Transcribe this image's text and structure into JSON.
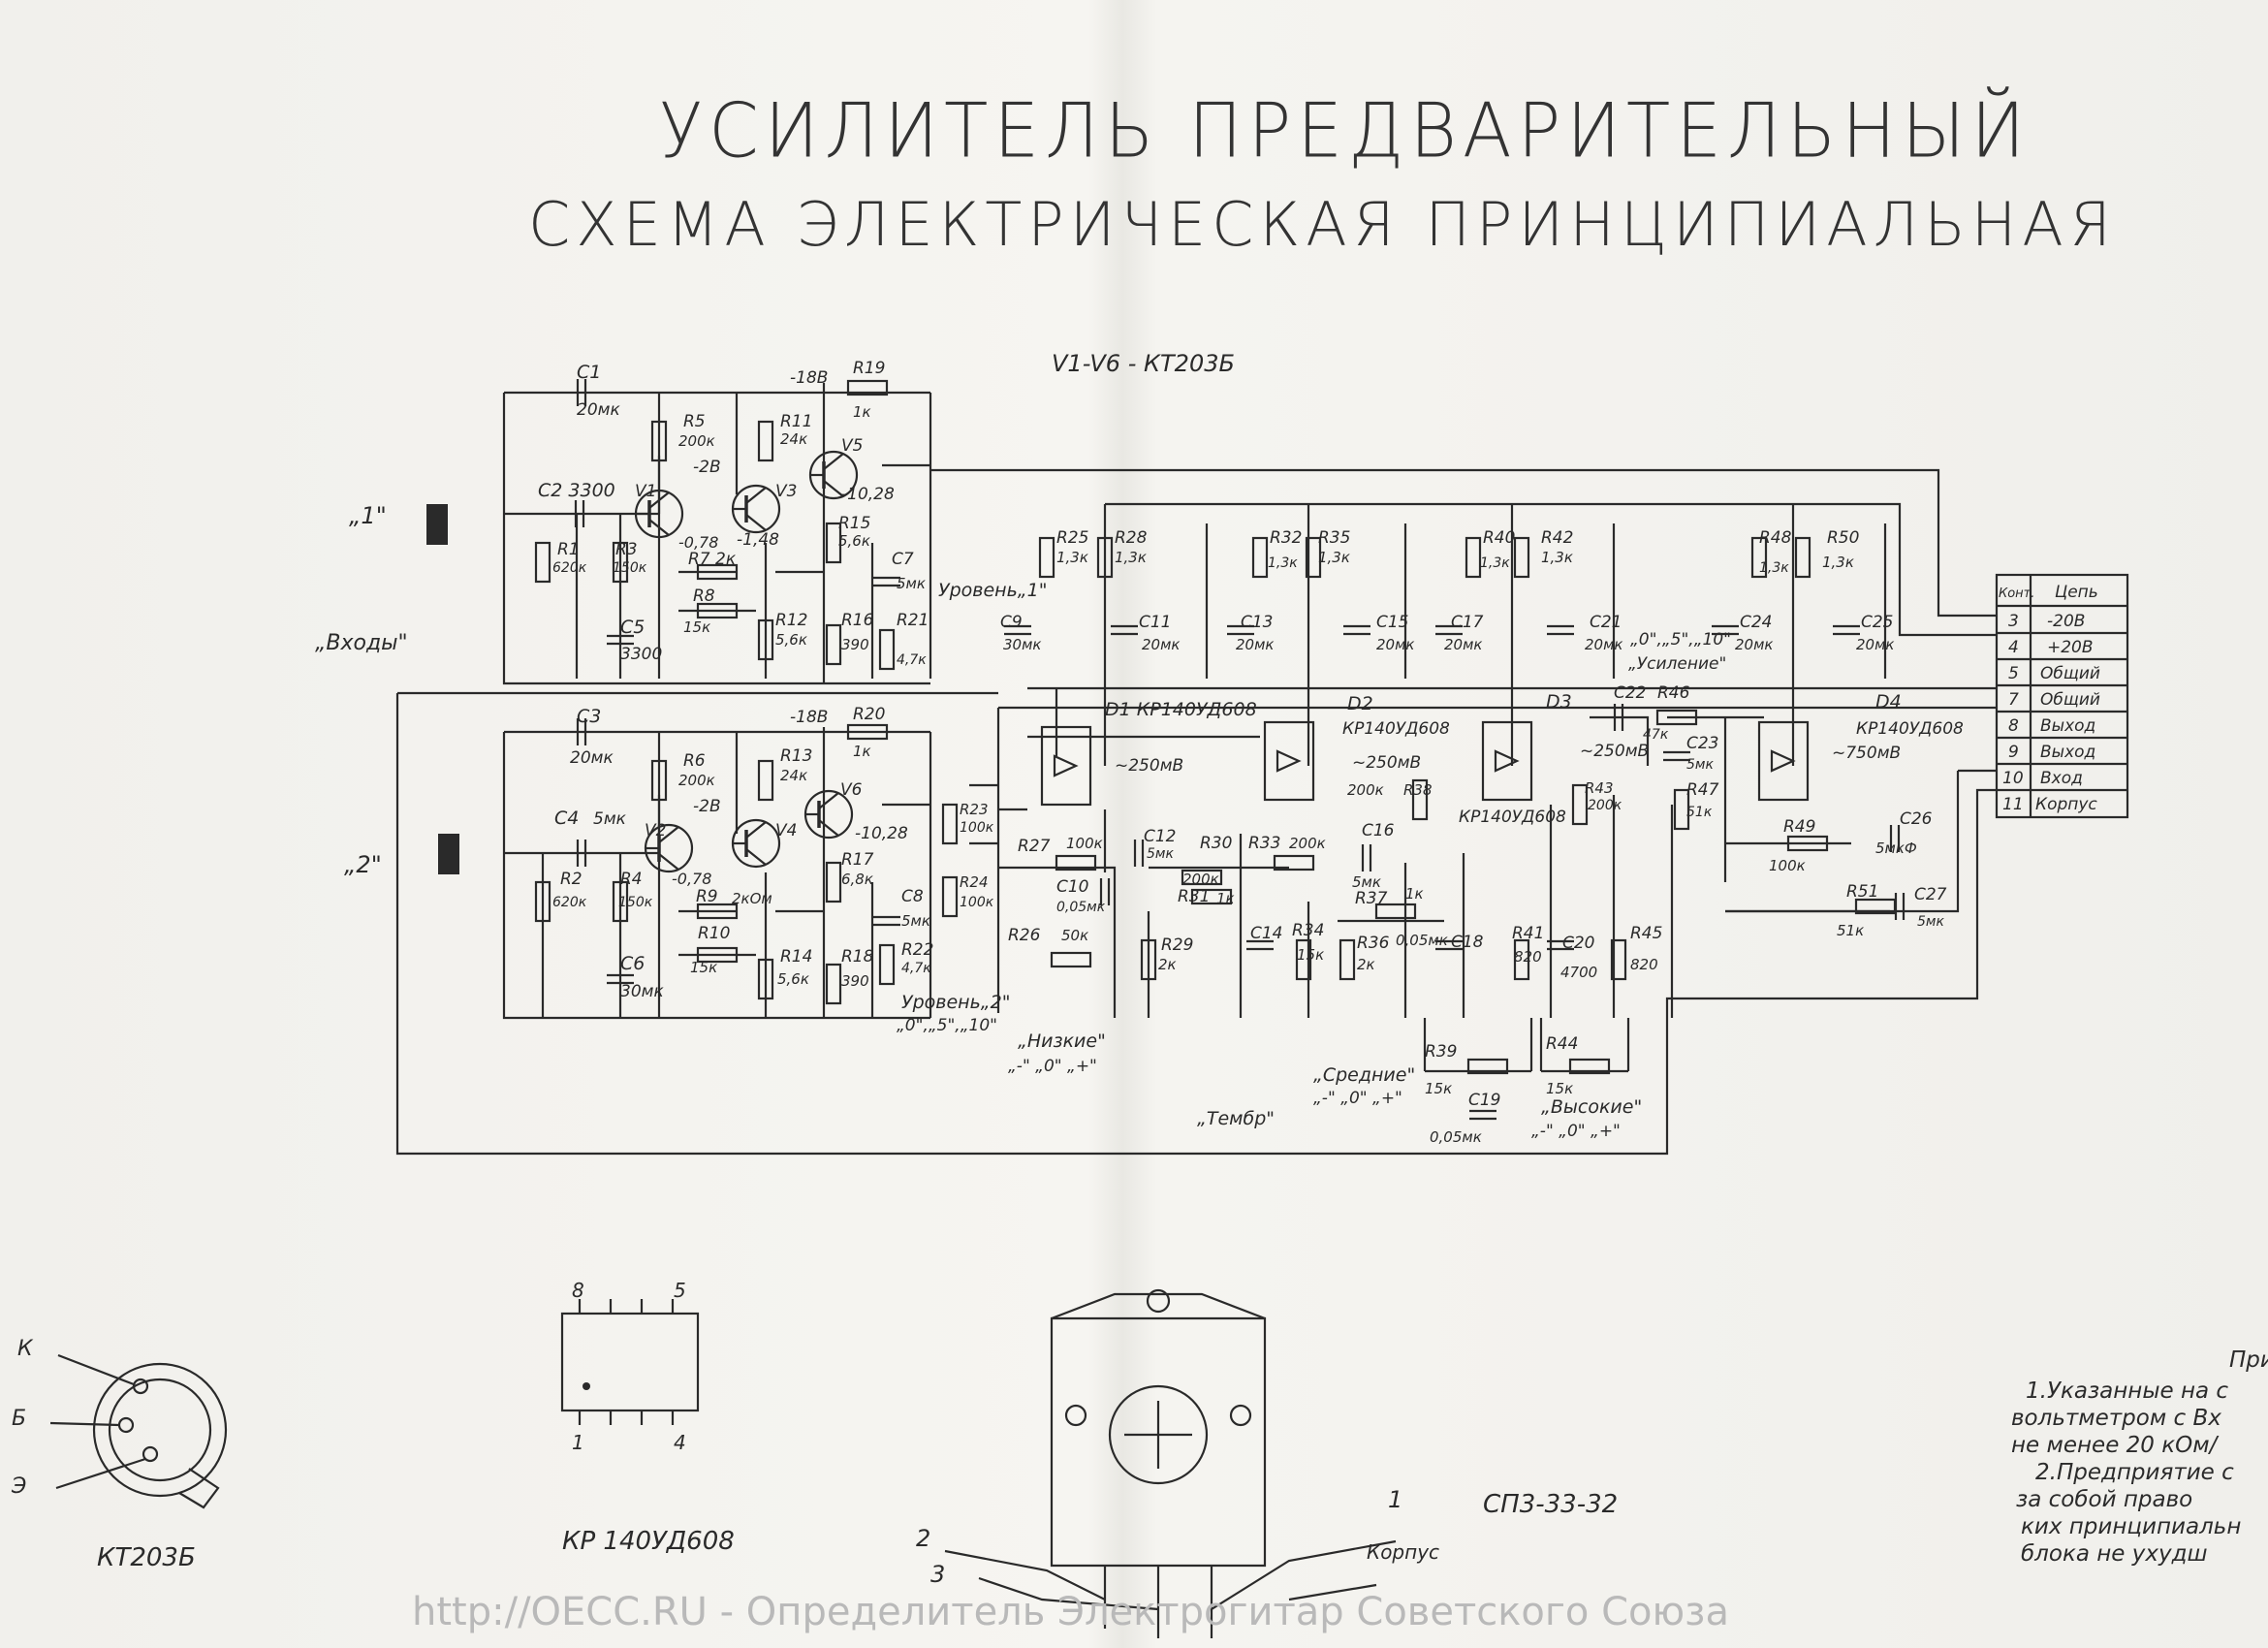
{
  "title": {
    "line1": "УСИЛИТЕЛЬ ПРЕДВАРИТЕЛЬНЫЙ",
    "line2": "СХЕМА ЭЛЕКТРИЧЕСКАЯ ПРИНЦИПИАЛЬНАЯ"
  },
  "transistor_note": "V1-V6 - КТ203Б",
  "inputs": {
    "ch1": "„1\"",
    "ch2": "„2\"",
    "label": "„Входы\""
  },
  "components": {
    "C1": "C1",
    "C1v": "20мк",
    "C2": "C2 3300",
    "C3": "C3",
    "C3v": "20мк",
    "C4": "C4",
    "C4v": "5мк",
    "C5": "C5",
    "C5v": "3300",
    "C6": "C6",
    "C6v": "30мк",
    "C7": "C7",
    "C7v": "5мк",
    "C8": "C8",
    "C8v": "5мк",
    "C9": "C9",
    "C9v": "30мк",
    "C10": "C10",
    "C10v": "0,05мк",
    "C11": "C11",
    "C11v": "20мк",
    "C12": "C12",
    "C12v": "5мк",
    "C13": "C13",
    "C13v": "20мк",
    "C14": "C14",
    "C15": "C15",
    "C15v": "20мк",
    "C16": "C16",
    "C16v": "5мк",
    "C17": "C17",
    "C17v": "20мк",
    "C18": "C18",
    "C19": "C19",
    "C19v": "0,05мк",
    "C20": "C20",
    "C20v": "4700",
    "C21": "C21",
    "C21v": "20мк",
    "C22": "C22",
    "C23": "C23",
    "C23v": "5мк",
    "C24": "C24",
    "C24v": "20мк",
    "C25": "C25",
    "C25v": "20мк",
    "C26": "C26",
    "C26v": "5мкФ",
    "C27": "C27",
    "C27v": "5мк",
    "R1": "R1",
    "R1v": "620к",
    "R2": "R2",
    "R2v": "620к",
    "R3": "R3",
    "R3v": "150к",
    "R4": "R4",
    "R4v": "150к",
    "R5": "R5",
    "R5v": "200к",
    "R6": "R6",
    "R6v": "200к",
    "R7": "R7 2к",
    "R8": "R8",
    "R8v": "15к",
    "R9": "R9",
    "R9v": "2кОм",
    "R10": "R10",
    "R10v": "15к",
    "R11": "R11",
    "R11v": "24к",
    "R12": "R12",
    "R12v": "5,6к",
    "R13": "R13",
    "R13v": "24к",
    "R14": "R14",
    "R14v": "5,6к",
    "R15": "R15",
    "R15v": "5,6к",
    "R16": "R16",
    "R16v": "390",
    "R17": "R17",
    "R17v": "6,8к",
    "R18": "R18",
    "R18v": "390",
    "R19": "R19",
    "R19v": "1к",
    "R20": "R20",
    "R20v": "1к",
    "R21": "R21",
    "R21v": "4,7к",
    "R22": "R22",
    "R22v": "4,7к",
    "R23": "R23",
    "R23v": "100к",
    "R24": "R24",
    "R24v": "100к",
    "R25": "R25",
    "R25v": "1,3к",
    "R26": "R26",
    "R26v": "50к",
    "R27": "R27",
    "R27v": "100к",
    "R28": "R28",
    "R28v": "1,3к",
    "R29": "R29",
    "R29v": "2к",
    "R30": "R30",
    "R30v": "200к",
    "R31": "R31",
    "R31v": "1к",
    "R32": "R32",
    "R32v": "1,3к",
    "R33": "R33",
    "R33v": "200к",
    "R34": "R34",
    "R34v": "15к",
    "R35": "R35",
    "R35v": "1,3к",
    "R36": "R36",
    "R36v": "2к",
    "R37": "R37",
    "R37v": "1к",
    "R38": "R38",
    "R38v": "200к",
    "R39": "R39",
    "R39v": "15к",
    "R40": "R40",
    "R40v": "1,3к",
    "R41": "R41",
    "R41v": "820",
    "R42": "R42",
    "R42v": "1,3к",
    "R43": "R43",
    "R43v": "200к",
    "R44": "R44",
    "R44v": "15к",
    "R45": "R45",
    "R45v": "820",
    "R46": "R46",
    "R46v": "47к",
    "R47": "R47",
    "R47v": "51к",
    "R48": "R48",
    "R48v": "1,3к",
    "R49": "R49",
    "R49v": "100к",
    "R50": "R50",
    "R50v": "1,3к",
    "R51": "R51",
    "R51v": "51к",
    "V1": "V1",
    "V2": "V2",
    "V3": "V3",
    "V4": "V4",
    "V5": "V5",
    "V6": "V6"
  },
  "voltages": {
    "m18a": "-18В",
    "m18b": "-18В",
    "m2a": "-2В",
    "m2b": "-2В",
    "m078a": "-0,78",
    "m078b": "-0,78",
    "m148": "-1,48",
    "m102a": "-10,28",
    "m102b": "-10,28",
    "m1028s": "-10,28",
    "v250a": "~250мВ",
    "v250b": "~250мВ",
    "v250c": "~250мВ",
    "v750": "~750мВ"
  },
  "ics": {
    "D1": "D1 КР140УД608",
    "D2": "D2",
    "D2t": "КР140УД608",
    "D3": "D3",
    "D3t": "КР140УД608",
    "D4": "D4",
    "D4t": "КР140УД608"
  },
  "controls": {
    "level1": "Уровень„1\"",
    "level2": "Уровень„2\"",
    "level2pos": "„0\",„5\",„10\"",
    "low": "„Низкие\"",
    "lowpos": "„-\" „0\" „+\"",
    "mid": "„Средние\"",
    "midpos": "„-\" „0\" „+\"",
    "high": "„Высокие\"",
    "highpos": "„-\" „0\" „+\"",
    "gain": "„Усиление\"",
    "gainpos": "„0\",„5\",„10\"",
    "timbre": "„Тембр\""
  },
  "connector": {
    "head_pin": "Конт.",
    "head_circuit": "Цепь",
    "rows": [
      {
        "pin": "3",
        "circuit": "-20В"
      },
      {
        "pin": "4",
        "circuit": "+20В"
      },
      {
        "pin": "5",
        "circuit": "Общий"
      },
      {
        "pin": "7",
        "circuit": "Общий"
      },
      {
        "pin": "8",
        "circuit": "Выход"
      },
      {
        "pin": "9",
        "circuit": "Выход"
      },
      {
        "pin": "10",
        "circuit": "Вход"
      },
      {
        "pin": "11",
        "circuit": "Корпус"
      }
    ]
  },
  "pinouts": {
    "transistor_name": "КТ203Б",
    "pin_k": "К",
    "pin_b": "Б",
    "pin_e": "Э",
    "ic_name": "КР 140УД608",
    "ic_pin8": "8",
    "ic_pin5": "5",
    "ic_pin1": "1",
    "ic_pin4": "4",
    "pot_name": "СП3-33-32",
    "pot_pin1": "1",
    "pot_pin2": "2",
    "pot_pin3": "3",
    "pot_case": "Корпус"
  },
  "notes": {
    "head": "При",
    "l1": "1.Указанные на с",
    "l2": "вольтметром с Вх",
    "l3": "не менее 20 кОм/",
    "l4": "2.Предприятие с",
    "l5": "за собой право",
    "l6": "ких принципиальн",
    "l7": "блока не ухудш"
  },
  "watermark": "http://OECC.RU - Определитель Электрогитар Советского Союза"
}
